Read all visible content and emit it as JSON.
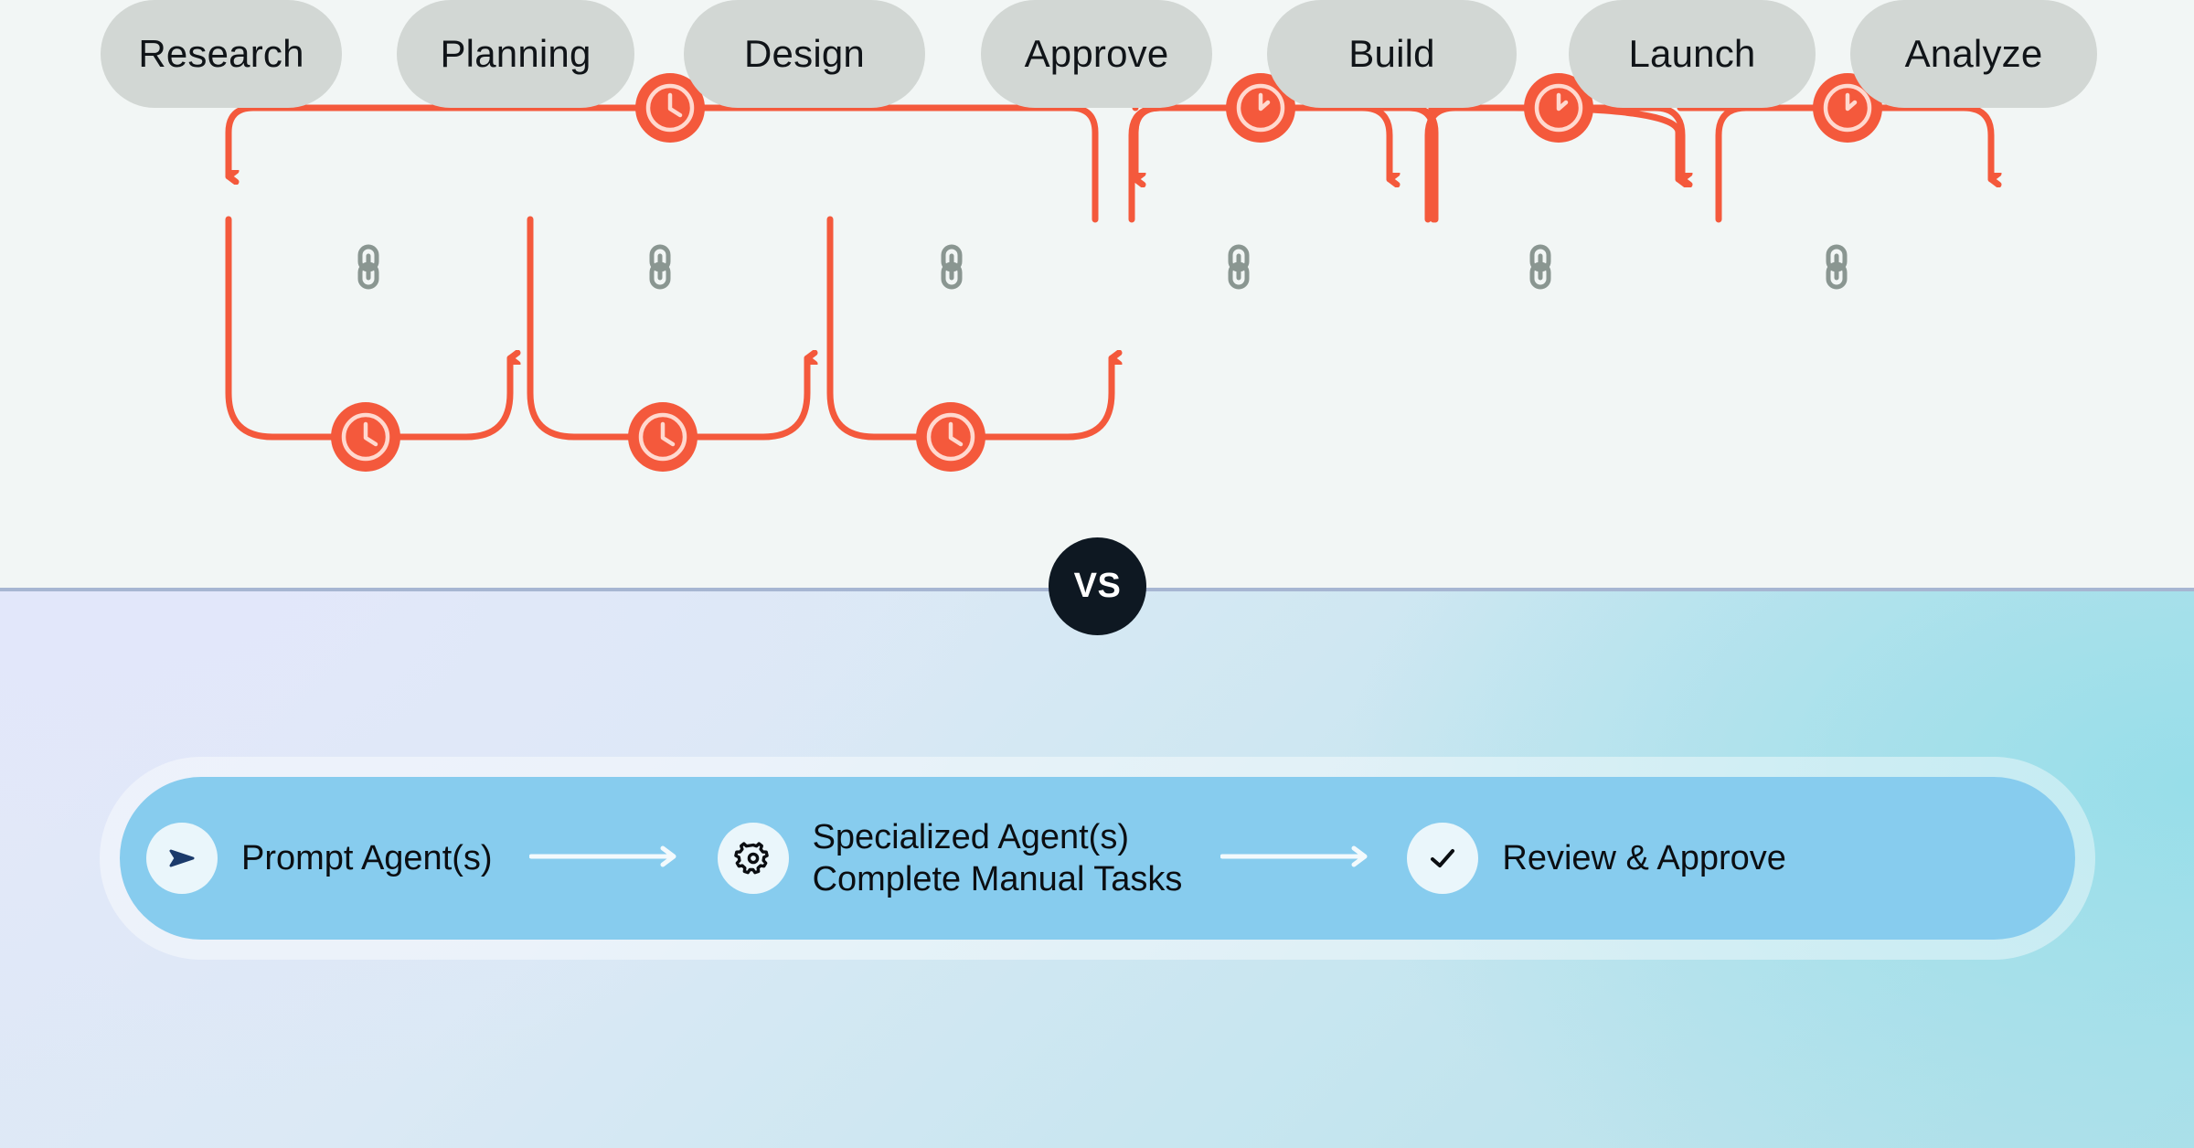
{
  "top_flow": {
    "background_color": "#F2F6F5",
    "accent_color": "#F4593C",
    "pill_color": "#D2D7D4",
    "stages": [
      {
        "label": "Research"
      },
      {
        "label": "Planning"
      },
      {
        "label": "Design"
      },
      {
        "label": "Approve"
      },
      {
        "label": "Build"
      },
      {
        "label": "Launch"
      },
      {
        "label": "Analyze"
      }
    ],
    "connector_icon": "link-icon",
    "delay_icon": "clock-icon",
    "delay_badge_count": 7
  },
  "vs_badge": {
    "label": "VS",
    "background_color": "#0E1822",
    "text_color": "#FFFFFF"
  },
  "bottom_flow": {
    "bar_color": "#87CCEE",
    "steps": [
      {
        "icon": "send-icon",
        "label": "Prompt Agent(s)"
      },
      {
        "icon": "gear-icon",
        "label": "Specialized Agent(s)\nComplete Manual Tasks"
      },
      {
        "icon": "check-icon",
        "label": "Review & Approve"
      }
    ],
    "arrow_icon": "arrow-right-icon"
  }
}
